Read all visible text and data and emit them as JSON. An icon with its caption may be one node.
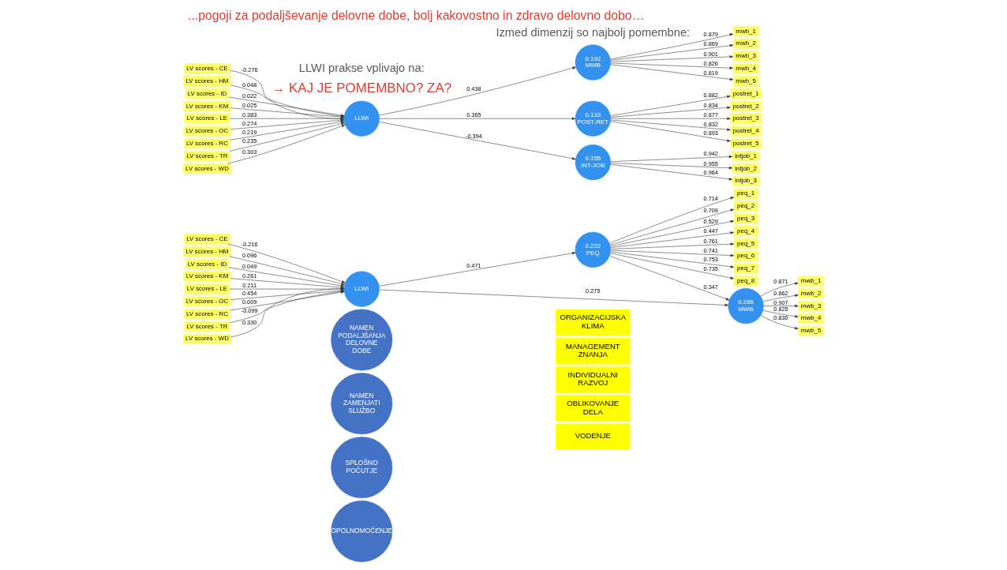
{
  "diagram": {
    "title": "...pogoji za podaljševanje delovne dobe, bolj kakovostno in zdravo delovno dobo…",
    "nodes": [
      {
        "text": [
          "OPOLNOMOČENJE"
        ]
      },
      {
        "text": [
          "SPLOŠNO POČUTJE"
        ]
      },
      {
        "text": [
          "NAMEN ZAMENJATI SLUŽBO"
        ]
      },
      {
        "text": [
          "NAMEN PODALJŠANJA DELOVNE DOBE"
        ]
      },
      {
        "text": [
          "VODENJE"
        ]
      },
      {
        "text": [
          "OBLIKOVANJE DELA"
        ]
      },
      {
        "text": [
          "INDIVIDUALNI RAZVOJ"
        ]
      },
      {
        "text": [
          "MANAGEMENT ZNANJA"
        ]
      },
      {
        "text": [
          "ORGANIZACIJSKA KLIMA"
        ]
      },
      {
        "text": [
          "peq_1"
        ]
      },
      {
        "text": [
          "peq_2"
        ]
      },
      {
        "text": [
          "peq_3"
        ]
      },
      {
        "text": [
          "peq_4"
        ]
      },
      {
        "text": [
          "peq_5"
        ]
      },
      {
        "text": [
          "peq_6"
        ]
      },
      {
        "text": [
          "peq_7"
        ]
      },
      {
        "text": [
          "peq_8"
        ]
      },
      {
        "text": [
          "0.222",
          "PEQ"
        ]
      },
      {
        "text": [
          "LV scores - CE"
        ]
      },
      {
        "text": [
          "LV scores - HM"
        ]
      },
      {
        "text": [
          "LV scores - ID"
        ]
      },
      {
        "text": [
          "LV scores - KM"
        ]
      },
      {
        "text": [
          "LV scores - LE"
        ]
      },
      {
        "text": [
          "LV scores - OC"
        ]
      },
      {
        "text": [
          "LV scores - RC"
        ]
      },
      {
        "text": [
          "LV scores - TR"
        ]
      },
      {
        "text": [
          "LV scores - WD"
        ]
      },
      {
        "text": [
          "LLWI"
        ]
      },
      {
        "text": [
          "0.286",
          "MWB"
        ]
      },
      {
        "text": [
          "mwb_1"
        ]
      },
      {
        "text": [
          "mwb_2"
        ]
      },
      {
        "text": [
          "mwb_3"
        ]
      },
      {
        "text": [
          "mwb_4"
        ]
      },
      {
        "text": [
          "mwb_5"
        ]
      },
      {
        "text": [
          "mwb_1"
        ]
      },
      {
        "text": [
          "mwb_2"
        ]
      },
      {
        "text": [
          "mwb_3"
        ]
      },
      {
        "text": [
          "mwb_4"
        ]
      },
      {
        "text": [
          "mwb_5"
        ]
      },
      {
        "text": [
          "0.192",
          "MWB"
        ]
      },
      {
        "text": [
          "LV scores - CE"
        ]
      },
      {
        "text": [
          "LV scores - HM"
        ]
      },
      {
        "text": [
          "LV scores - ID"
        ]
      },
      {
        "text": [
          "LV scores - KM"
        ]
      },
      {
        "text": [
          "LV scores - LE"
        ]
      },
      {
        "text": [
          "LV scores - OC"
        ]
      },
      {
        "text": [
          "LV scores - RC"
        ]
      },
      {
        "text": [
          "LV scores - TR"
        ]
      },
      {
        "text": [
          "LV scores - WD"
        ]
      },
      {
        "text": [
          "LLWI"
        ]
      },
      {
        "text": [
          "0.133",
          "POST-RET"
        ]
      },
      {
        "text": [
          "postret_1"
        ]
      },
      {
        "text": [
          "postret_2"
        ]
      },
      {
        "text": [
          "postret_3"
        ]
      },
      {
        "text": [
          "postret_4"
        ]
      },
      {
        "text": [
          "postret_5"
        ]
      },
      {
        "text": [
          "0.155",
          "INT-JOB"
        ]
      },
      {
        "text": [
          "intjob_1"
        ]
      },
      {
        "text": [
          "intjob_2"
        ]
      },
      {
        "text": [
          "intjob_3"
        ]
      }
    ],
    "edges": [
      {
        "from": 17,
        "to": 9,
        "arrow": "to",
        "label": "0.714"
      },
      {
        "from": 17,
        "to": 10,
        "arrow": "to",
        "label": "0.709"
      },
      {
        "from": 17,
        "to": 11,
        "arrow": "to",
        "label": "0.529"
      },
      {
        "from": 17,
        "to": 12,
        "arrow": "to",
        "label": "0.447"
      },
      {
        "from": 17,
        "to": 13,
        "arrow": "to",
        "label": "0.761"
      },
      {
        "from": 17,
        "to": 14,
        "arrow": "to",
        "label": "0.741"
      },
      {
        "from": 17,
        "to": 15,
        "arrow": "to",
        "label": "0.753"
      },
      {
        "from": 17,
        "to": 16,
        "arrow": "to",
        "label": "0.735"
      },
      {
        "from": 27,
        "to": 17,
        "arrow": "to",
        "label": "0.471"
      },
      {
        "from": 17,
        "to": 28,
        "arrow": "to",
        "label": "0.347"
      },
      {
        "from": 18,
        "to": 27,
        "arrow": "to",
        "label": "-0.216"
      },
      {
        "from": 19,
        "to": 27,
        "arrow": "to",
        "label": "0.096"
      },
      {
        "from": 20,
        "to": 27,
        "arrow": "to",
        "label": "0.049"
      },
      {
        "from": 21,
        "to": 27,
        "arrow": "to",
        "label": "0.261"
      },
      {
        "from": 22,
        "to": 27,
        "arrow": "to",
        "label": "0.211"
      },
      {
        "from": 23,
        "to": 27,
        "arrow": "to",
        "label": "0.454"
      },
      {
        "from": 24,
        "to": 27,
        "arrow": "to",
        "label": "0.009"
      },
      {
        "from": 25,
        "to": 27,
        "arrow": "to",
        "label": "-0.099"
      },
      {
        "from": 26,
        "to": 27,
        "arrow": "to",
        "label": "0.330"
      },
      {
        "from": 27,
        "to": 28,
        "arrow": "to",
        "label": "0.275"
      },
      {
        "from": 28,
        "to": 29,
        "arrow": "to",
        "label": "0.871"
      },
      {
        "from": 28,
        "to": 30,
        "arrow": "to",
        "label": "0.862"
      },
      {
        "from": 28,
        "to": 31,
        "arrow": "to",
        "label": "0.907"
      },
      {
        "from": 28,
        "to": 32,
        "arrow": "to",
        "label": "0.825"
      },
      {
        "from": 28,
        "to": 33,
        "arrow": "to",
        "label": "0.830"
      },
      {
        "from": 39,
        "to": 34,
        "arrow": "to",
        "label": "0.879"
      },
      {
        "from": 39,
        "to": 35,
        "arrow": "to",
        "label": "0.869"
      },
      {
        "from": 39,
        "to": 36,
        "arrow": "to",
        "label": "0.901"
      },
      {
        "from": 39,
        "to": 37,
        "arrow": "to",
        "label": "0.826"
      },
      {
        "from": 39,
        "to": 38,
        "arrow": "to",
        "label": "0.819"
      },
      {
        "from": 40,
        "to": 49,
        "arrow": "to",
        "label": "-0.276"
      },
      {
        "from": 41,
        "to": 49,
        "arrow": "to",
        "label": "0.048"
      },
      {
        "from": 42,
        "to": 49,
        "arrow": "to",
        "label": "0.022"
      },
      {
        "from": 43,
        "to": 49,
        "arrow": "to",
        "label": "0.025"
      },
      {
        "from": 44,
        "to": 49,
        "arrow": "to",
        "label": "0.383"
      },
      {
        "from": 45,
        "to": 49,
        "arrow": "to",
        "label": "0.274"
      },
      {
        "from": 46,
        "to": 49,
        "arrow": "to",
        "label": "0.219"
      },
      {
        "from": 47,
        "to": 49,
        "arrow": "to",
        "label": "0.235"
      },
      {
        "from": 48,
        "to": 49,
        "arrow": "to",
        "label": "0.303"
      },
      {
        "from": 49,
        "to": 39,
        "arrow": "to",
        "label": "0.438"
      },
      {
        "from": 49,
        "to": 50,
        "arrow": "to",
        "label": "0.365"
      },
      {
        "from": 49,
        "to": 56,
        "arrow": "to",
        "label": "-0.394"
      },
      {
        "from": 50,
        "to": 51,
        "arrow": "to",
        "label": "0.882"
      },
      {
        "from": 50,
        "to": 52,
        "arrow": "to",
        "label": "0.834"
      },
      {
        "from": 50,
        "to": 53,
        "arrow": "to",
        "label": "0.877"
      },
      {
        "from": 50,
        "to": 54,
        "arrow": "to",
        "label": "0.832"
      },
      {
        "from": 50,
        "to": 55,
        "arrow": "to",
        "label": "0.893"
      },
      {
        "from": 56,
        "to": 57,
        "arrow": "to",
        "label": "0.942"
      },
      {
        "from": 56,
        "to": 58,
        "arrow": "to",
        "label": "0.955"
      },
      {
        "from": 56,
        "to": 59,
        "arrow": "to",
        "label": "0.964"
      }
    ],
    "labels": [
      "→ KAJ JE POMEMBNO? ZA?",
      "LLWI prakse vplivajo na:",
      "Izmed dimenzij so najbolj pomembne:"
    ]
  }
}
